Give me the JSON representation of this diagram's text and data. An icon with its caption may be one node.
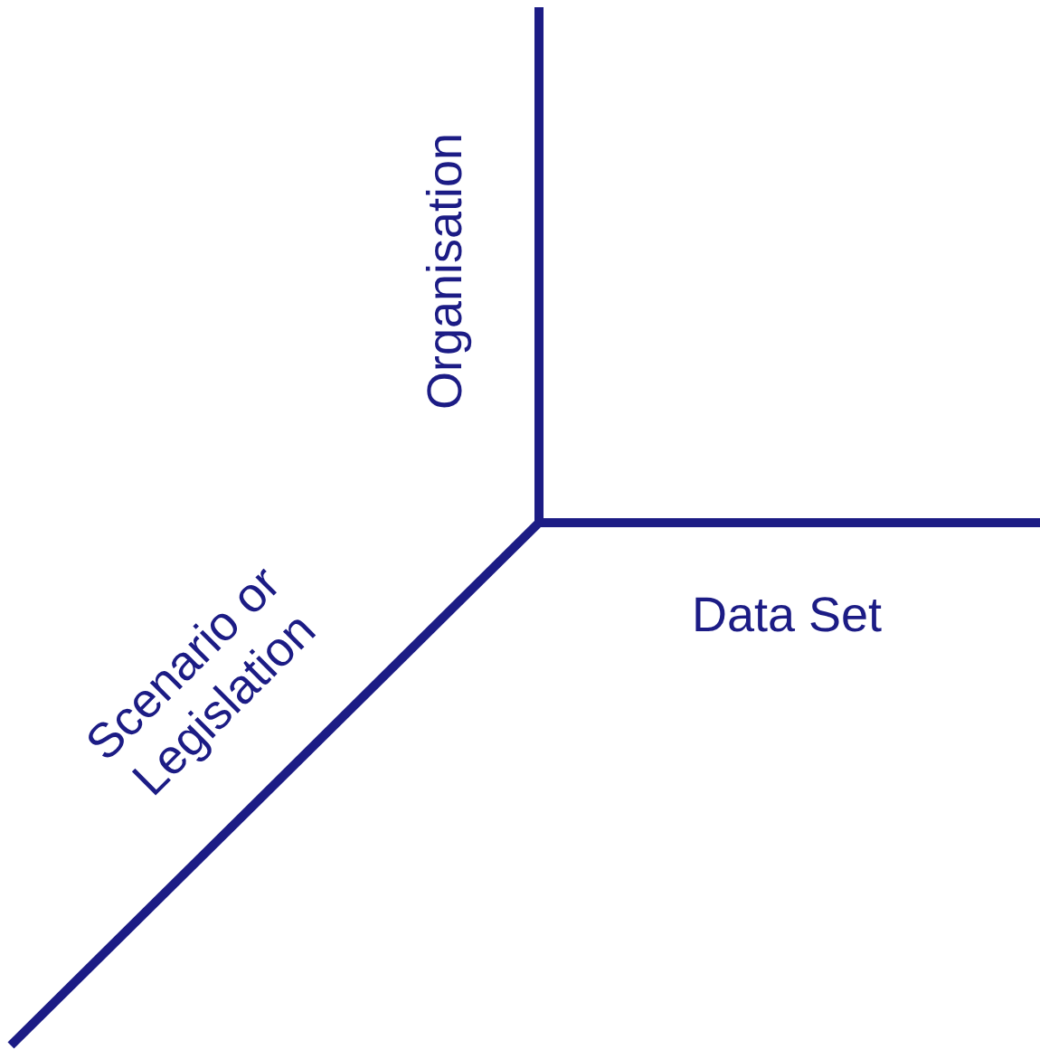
{
  "diagram": {
    "labels": [
      "Organisation",
      "Data Set",
      "Scenario or Legislation"
    ]
  }
}
